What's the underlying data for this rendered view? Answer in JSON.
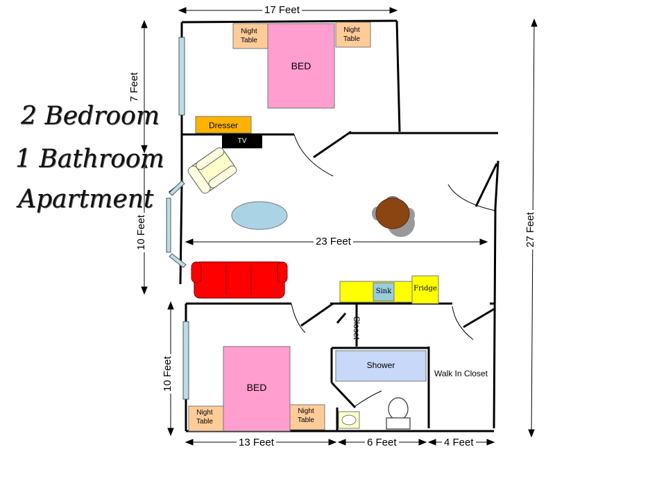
{
  "title": {
    "line1": "2 Bedroom",
    "line2": "1 Bathroom",
    "line3": "Apartment"
  },
  "dimensions": {
    "top_width": "17 Feet",
    "left_upper": "7 Feet",
    "left_middle": "10 Feet",
    "left_lower": "10 Feet",
    "right_total": "27 Feet",
    "middle_width": "23 Feet",
    "bottom_left": "13 Feet",
    "bottom_middle": "6 Feet",
    "bottom_right": "4 Feet"
  },
  "rooms": {
    "master": {
      "bed": "BED",
      "night_table_left": "Night Table",
      "night_table_right": "Night Table",
      "dresser": "Dresser",
      "tv": "TV"
    },
    "second": {
      "bed": "BED",
      "night_table_left": "Night Table",
      "night_table_right": "Night Table"
    },
    "kitchen": {
      "sink": "Sink",
      "fridge": "Fridge"
    },
    "bath": {
      "shower": "Shower",
      "closet": "Closet"
    },
    "walk_in_closet": "Walk In Closet"
  },
  "colors": {
    "bed": "#ff9ecf",
    "night_table": "#ffcc99",
    "dresser": "#ffb300",
    "tv": "#000000",
    "sofa": "#ff0000",
    "counter": "#ffff00",
    "sink": "#99ccdd",
    "rug": "#aad4e6",
    "table": "#8b4513",
    "armchair": "#ffffcc",
    "window": "#bcdce6",
    "shower": "#c8d8f8"
  }
}
